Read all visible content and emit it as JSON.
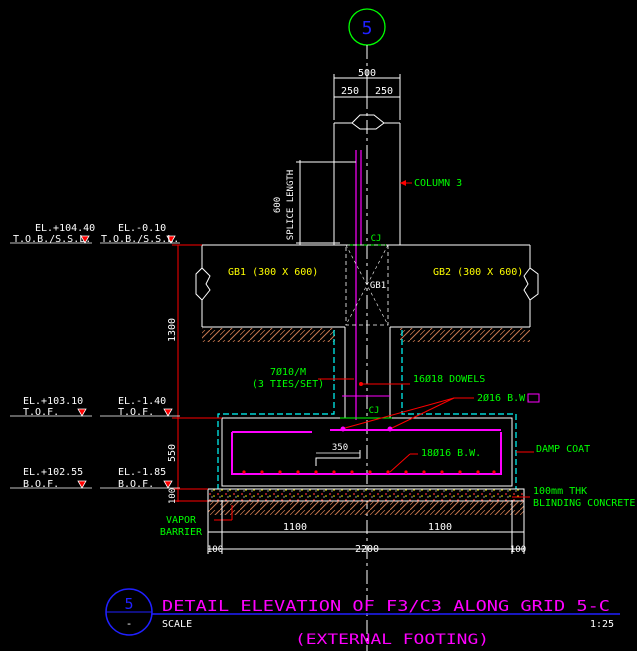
{
  "grid_bubble": "5",
  "dims": {
    "col_width": "500",
    "half_left": "250",
    "half_right": "250",
    "splice_value": "600",
    "splice_label": "SPLICE LENGTH",
    "v1300": "1300",
    "v550": "550",
    "v100": "100",
    "d1100_left": "1100",
    "d1100_right": "1100",
    "d2200": "2200",
    "d100_left": "100",
    "d100_right": "100",
    "d350": "350"
  },
  "levels": {
    "l1": "EL.+104.40",
    "l1b": "T.O.B./S.S.L.",
    "l2": "EL.-0.10",
    "l2b": "T.O.B./S.S.L.",
    "l3": "EL.+103.10",
    "l3b": "T.O.F.",
    "l4": "EL.-1.40",
    "l4b": "T.O.F.",
    "l5": "EL.+102.55",
    "l5b": "B.O.F.",
    "l6": "EL.-1.85",
    "l6b": "B.O.F."
  },
  "labels": {
    "column": "COLUMN 3",
    "cj_top": "CJ",
    "cj_bottom": "CJ",
    "gb1": "GB1 (300 X 600)",
    "gb2": "GB2 (300 X 600)",
    "gb1_small": "GB1",
    "ties_a": "7Ø10/M",
    "ties_b": "(3 TIES/SET)",
    "dowels": "16Ø18 DOWELS",
    "bw_top": "2Ø16 B.W.",
    "bw_bottom": "18Ø16 B.W.",
    "damp": "DAMP COAT",
    "blinding_a": "100mm THK",
    "blinding_b": "BLINDING CONCRETE",
    "vapor_a": "VAPOR",
    "vapor_b": "BARRIER"
  },
  "title": {
    "bubble_num": "5",
    "bubble_dash": "-",
    "main": "DETAIL ELEVATION OF F3/C3 ALONG GRID 5-C",
    "scale_label": "SCALE",
    "scale_value": "1:25",
    "sub": "(EXTERNAL FOOTING)"
  },
  "colors": {
    "background": "#000000",
    "line_white": "#ffffff",
    "red": "#ff0000",
    "green": "#00ff00",
    "magenta": "#ff00ff",
    "cyan": "#00ffff",
    "blue": "#2020ff",
    "orange_hatch": "#c87850",
    "yellow_hatch": "#ffff00"
  }
}
